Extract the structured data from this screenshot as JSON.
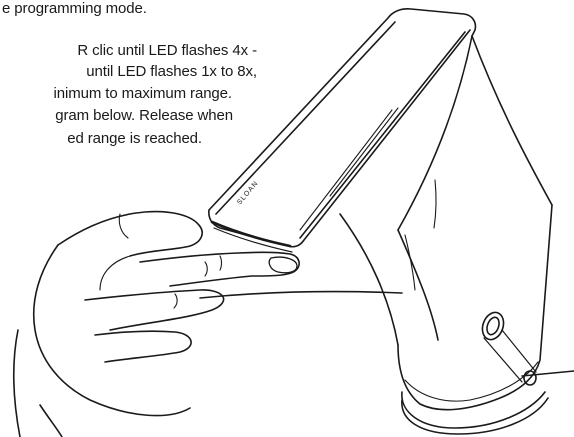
{
  "instructions": {
    "lines": [
      "e programming mode.",
      "R clic until LED flashes 4x -",
      "until LED flashes 1x to 8x,",
      "inimum to maximum range.",
      "gram below. Release when",
      "ed range is reached."
    ]
  },
  "illustration": {
    "brand_mark": "SLOAN",
    "line_color": "#1a1a1a"
  }
}
